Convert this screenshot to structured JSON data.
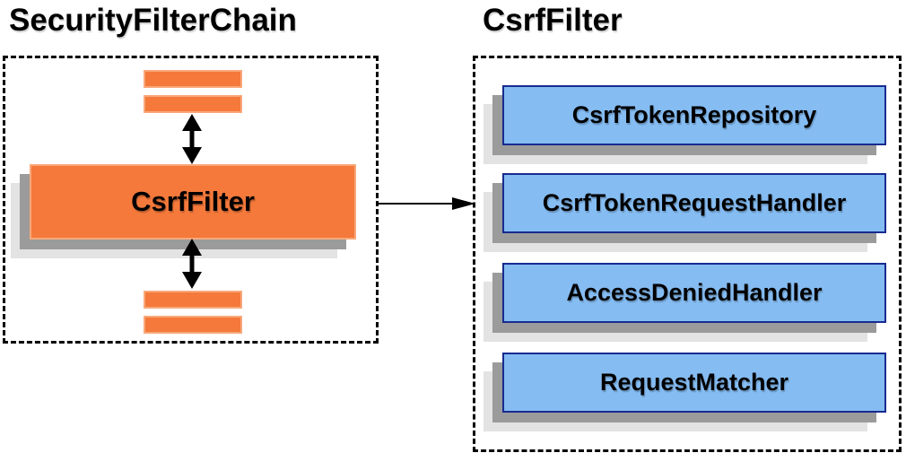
{
  "diagram": {
    "left_panel": {
      "title": "SecurityFilterChain",
      "filter_box_label": "CsrfFilter"
    },
    "right_panel": {
      "title": "CsrfFilter",
      "components": [
        "CsrfTokenRepository",
        "CsrfTokenRequestHandler",
        "AccessDeniedHandler",
        "RequestMatcher"
      ]
    }
  },
  "colors": {
    "background": "#ffffff",
    "text": "#000000",
    "container_border": "#000000",
    "arrow": "#000000",
    "orange_fill": "#f4793b",
    "orange_border": "#f9a87a",
    "blue_fill": "#85bcf2",
    "blue_border": "#182b8f",
    "shadow_dark": "#9b9b9b",
    "shadow_light": "#e3e3e3"
  }
}
